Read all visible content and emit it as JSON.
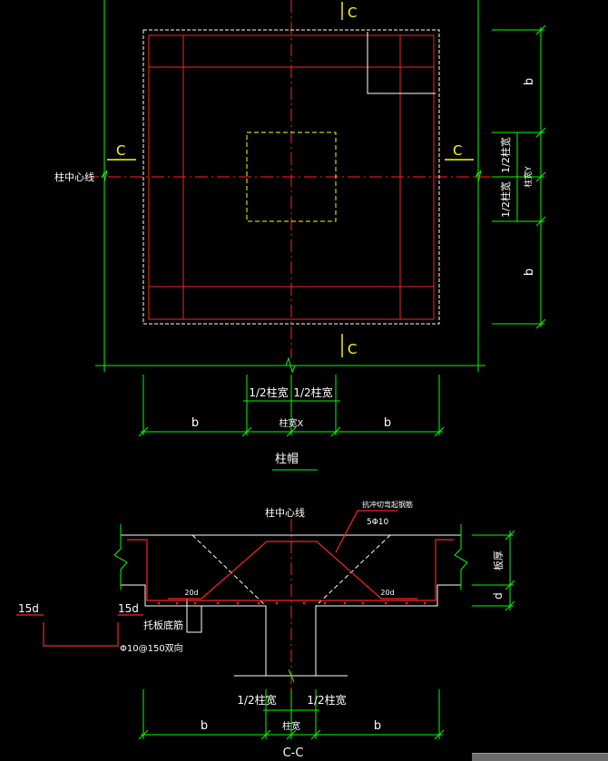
{
  "colors": {
    "background": "#000000",
    "dimension": "#00ff00",
    "rebar": "#ff2222",
    "centerline": "#ff2222",
    "outline": "#ffffff",
    "column": "#ffff00",
    "label": "#ffffff",
    "section_mark": "#ffff00"
  },
  "plan": {
    "title": "柱帽",
    "section_mark": "C",
    "column_centerline_label": "柱中心线",
    "dim_right": {
      "b_top": "b",
      "half_top": "1/2柱宽",
      "column_y": "柱宽Y",
      "half_bottom": "1/2柱宽",
      "b_bottom": "b"
    },
    "dim_bottom": {
      "half_left": "1/2柱宽",
      "half_right": "1/2柱宽",
      "b_left": "b",
      "column_x": "柱宽X",
      "b_right": "b"
    }
  },
  "section": {
    "title": "C-C",
    "column_centerline_label": "柱中心线",
    "bent_bar_label": "抗冲切弯起钢筋",
    "bent_bar_spec": "5Φ10",
    "anchor_left": "20d",
    "anchor_right": "20d",
    "hook_outer": "15d",
    "hook_inner": "15d",
    "bottom_bar_label": "托板底筋",
    "bottom_bar_spec": "Φ10@150双向",
    "dim_right_slab": "板厚",
    "dim_right_d": "d",
    "dim_bottom": {
      "half_left": "1/2柱宽",
      "half_right": "1/2柱宽",
      "b_left": "b",
      "column": "柱宽",
      "b_right": "b"
    }
  }
}
